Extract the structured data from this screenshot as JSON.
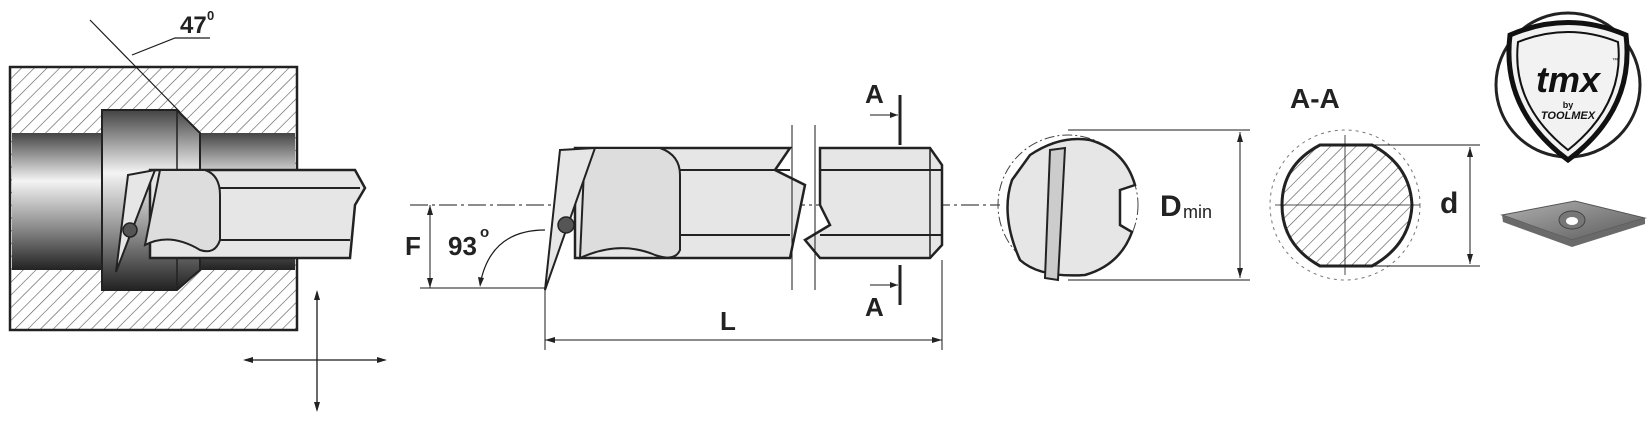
{
  "left_view": {
    "angle_value": "47",
    "angle_unit": "0"
  },
  "main_view": {
    "dim_f": "F",
    "angle_value": "93",
    "angle_unit": "o",
    "dim_l": "L",
    "section_mark_top": "A",
    "section_mark_bottom": "A"
  },
  "end_view": {
    "dim_label": "D",
    "dim_sub": "min"
  },
  "section_view": {
    "title": "A-A",
    "dim_label": "d"
  },
  "logo": {
    "brand": "tmx",
    "by": "by",
    "company": "TOOLMEX",
    "tm": "™"
  },
  "colors": {
    "line": "#1a1a1a",
    "tool_fill": "#e6e6e6",
    "insert": "#8a8a8a"
  }
}
